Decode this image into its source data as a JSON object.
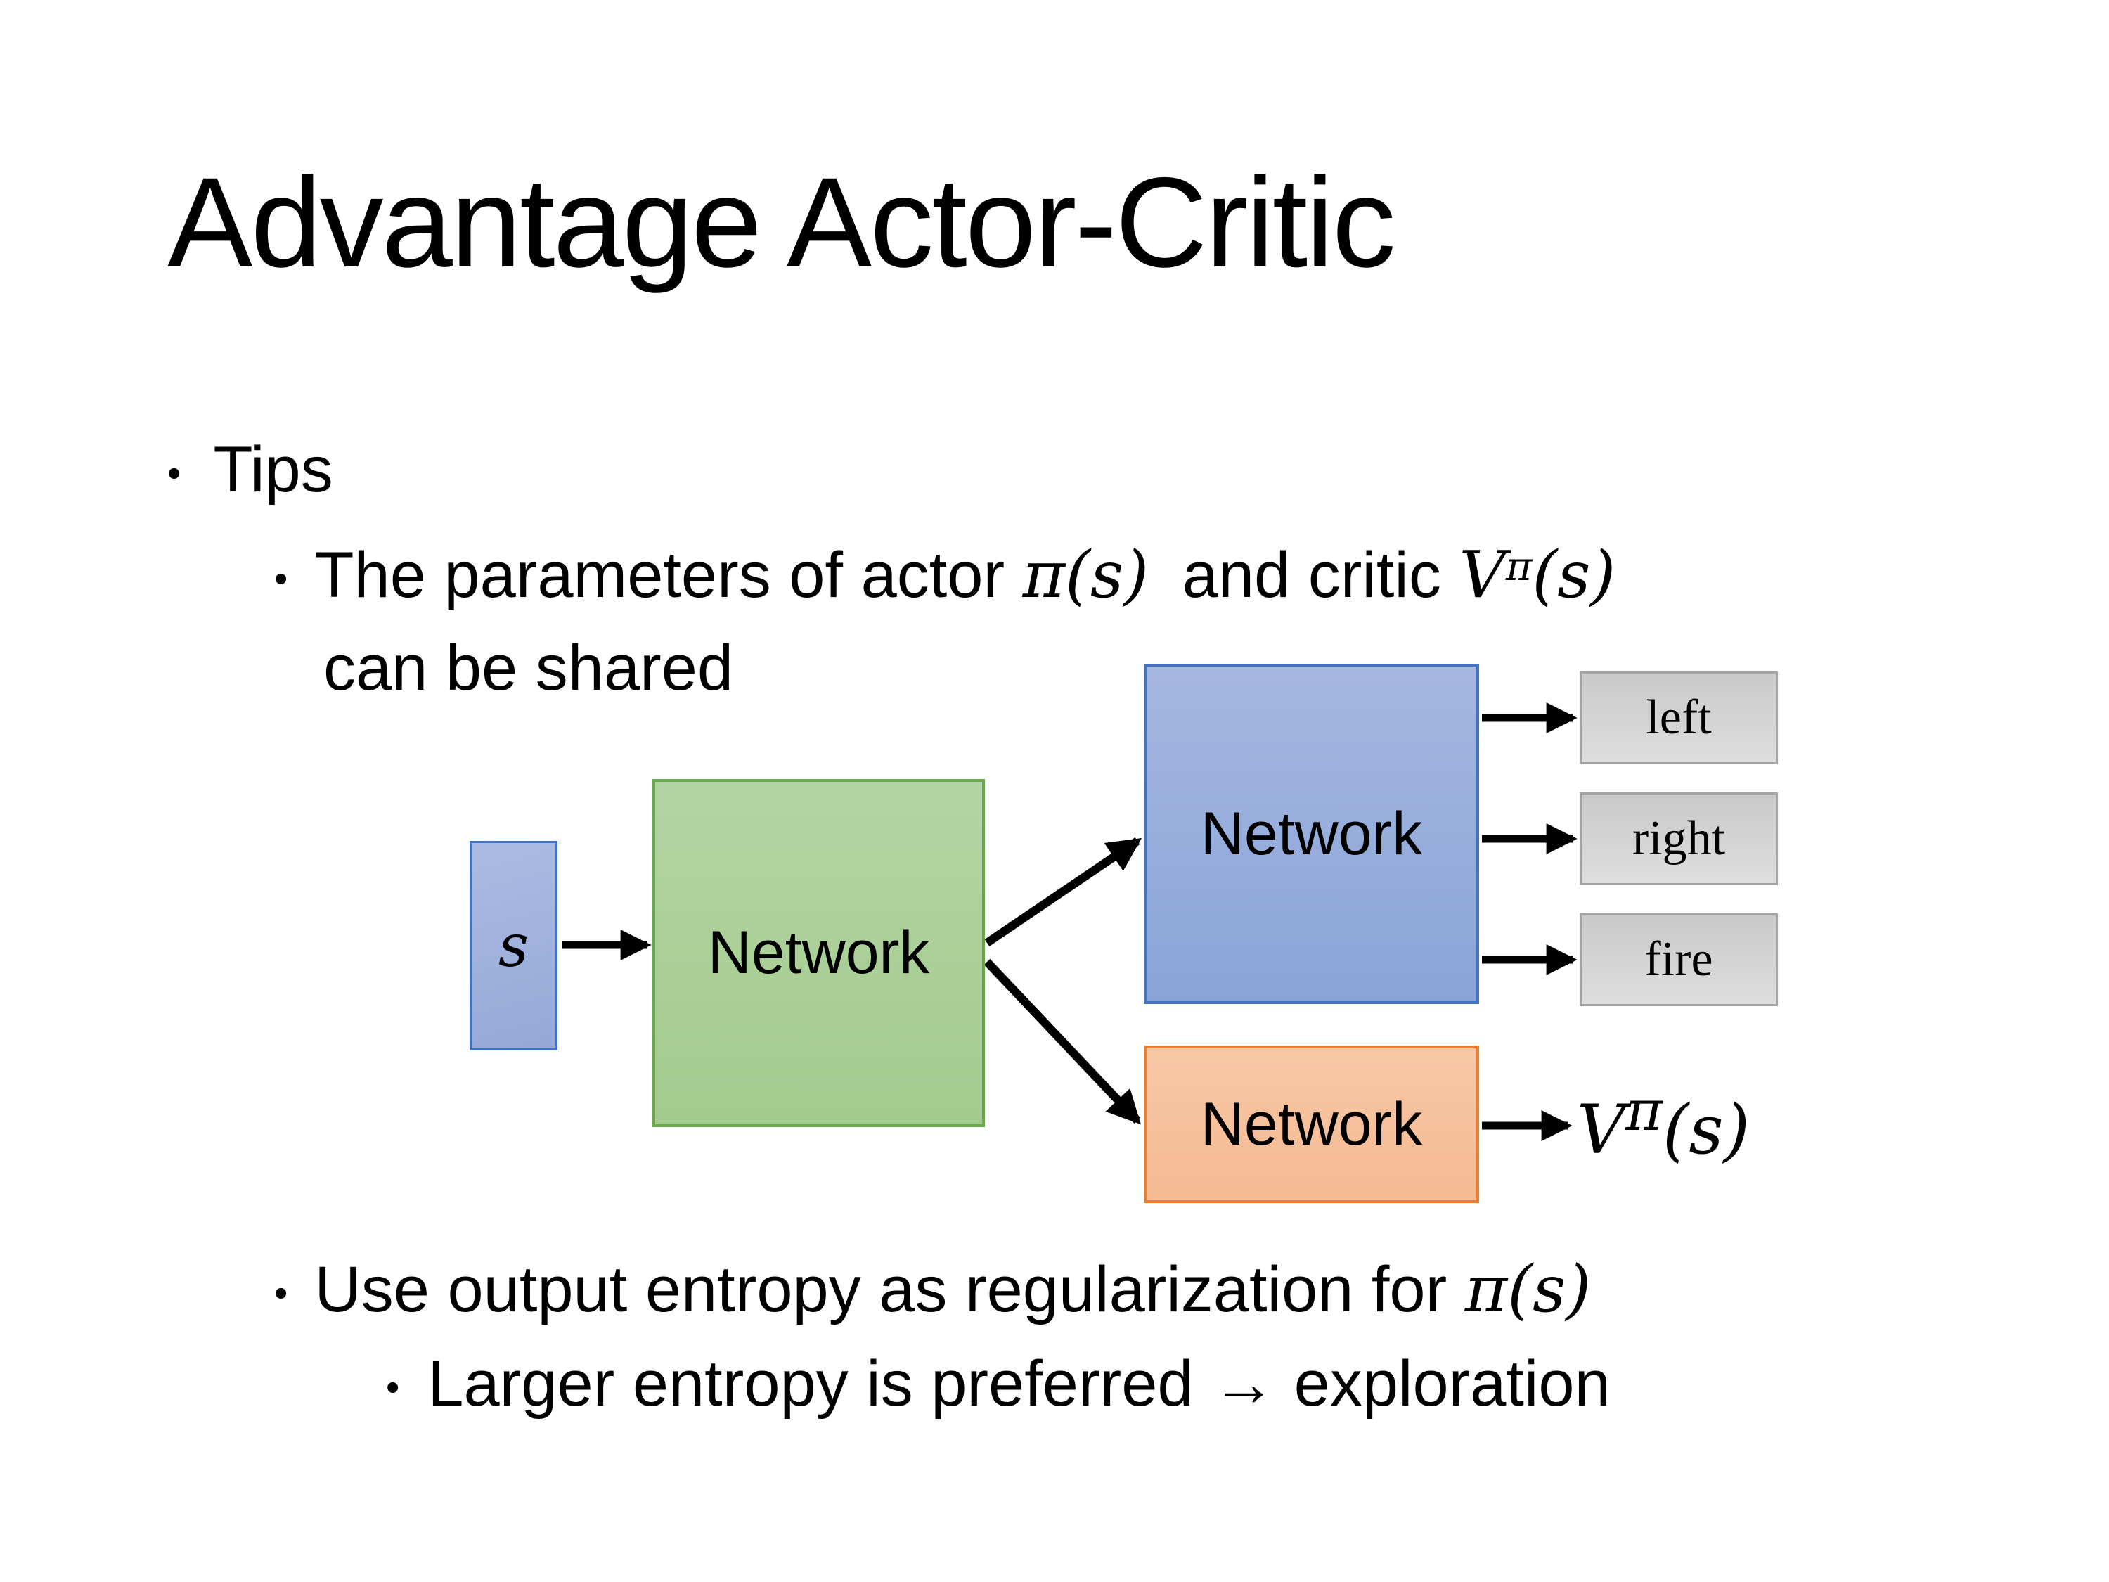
{
  "title": "Advantage Actor-Critic",
  "bullet_char": "•",
  "bullets": {
    "tips": "Tips",
    "shared": {
      "pre": "The parameters of actor ",
      "actor_math": "π(s)",
      "mid": " and critic ",
      "critic_v": "V",
      "critic_sup": "π",
      "critic_args": "(s)",
      "line2": "can be shared"
    },
    "entropy": {
      "pre": "Use output entropy as regularization for ",
      "math": "π(s)"
    },
    "exploration": "Larger entropy is preferred → exploration"
  },
  "diagram": {
    "input_label": "s",
    "shared_network_label": "Network",
    "actor_network_label": "Network",
    "critic_network_label": "Network",
    "actions": [
      "left",
      "right",
      "fire"
    ],
    "value_v": "V",
    "value_sup": "π",
    "value_args": "(s)"
  },
  "colors": {
    "background": "#FFFFFF",
    "text": "#000000",
    "arrow": "#000000",
    "input-fill-top": "#ABBBE3",
    "input-fill-bottom": "#95A9D7",
    "input-border": "#4472C4",
    "shared-fill-top": "#B3D4A4",
    "shared-fill-bottom": "#A3CB8D",
    "shared-border": "#6BA84F",
    "actor-fill-top": "#A5B7E1",
    "actor-fill-bottom": "#8AA4D8",
    "actor-border": "#4472C4",
    "critic-fill-top": "#F8C8A6",
    "critic-fill-bottom": "#F4BA92",
    "critic-border": "#ED7D31",
    "output-fill-top": "#C9C9C9",
    "output-fill-bottom": "#DEDEDE",
    "output-border": "#A3A3A3"
  }
}
